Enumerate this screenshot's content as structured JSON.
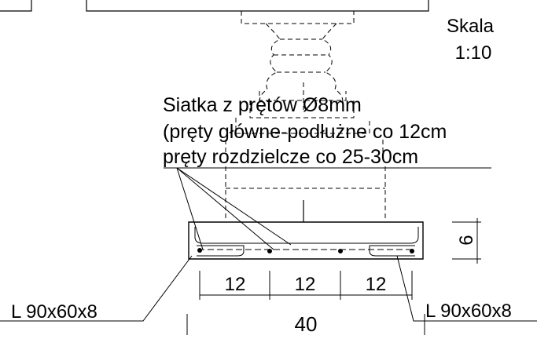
{
  "scale": {
    "line1": "Skala",
    "line2": "1:10"
  },
  "reinforcement_note": {
    "line1": "Siatka z prętów Ø8mm",
    "line2": "(pręty główne-podłużne co 12cm",
    "line3": "pręty rozdzielcze co 25-30cm"
  },
  "dimensions": {
    "spacing_1": "12",
    "spacing_2": "12",
    "spacing_3": "12",
    "total_width": "40",
    "slab_thickness": "6"
  },
  "angles": {
    "left": "L 90x60x8",
    "right": "L 90x60x8"
  },
  "colors": {
    "line": "#000000",
    "background": "#ffffff"
  }
}
